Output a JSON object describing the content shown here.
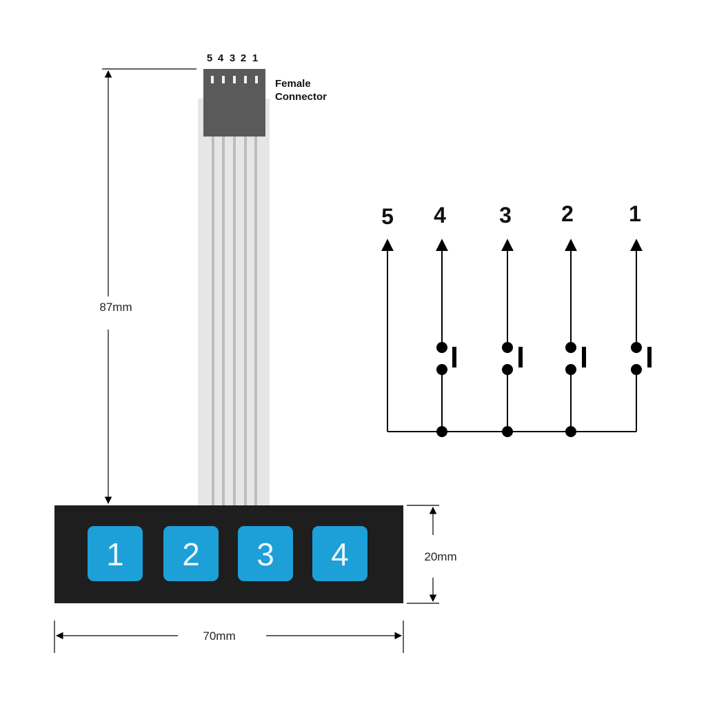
{
  "connector": {
    "pin_labels": [
      "5",
      "4",
      "3",
      "2",
      "1"
    ],
    "label_line1": "Female",
    "label_line2": "Connector"
  },
  "dimensions": {
    "height": "87mm",
    "width": "70mm",
    "keypad_height": "20mm"
  },
  "keypad": {
    "keys": [
      "1",
      "2",
      "3",
      "4"
    ],
    "key_color": "#1d9fd8",
    "body_color": "#1e1e1e"
  },
  "schematic": {
    "pins": [
      "5",
      "4",
      "3",
      "2",
      "1"
    ]
  },
  "colors": {
    "ribbon": "#e6e6e6",
    "ribbon_trace": "#bdbdbd",
    "connector": "#5a5a5a",
    "line": "#000000"
  }
}
